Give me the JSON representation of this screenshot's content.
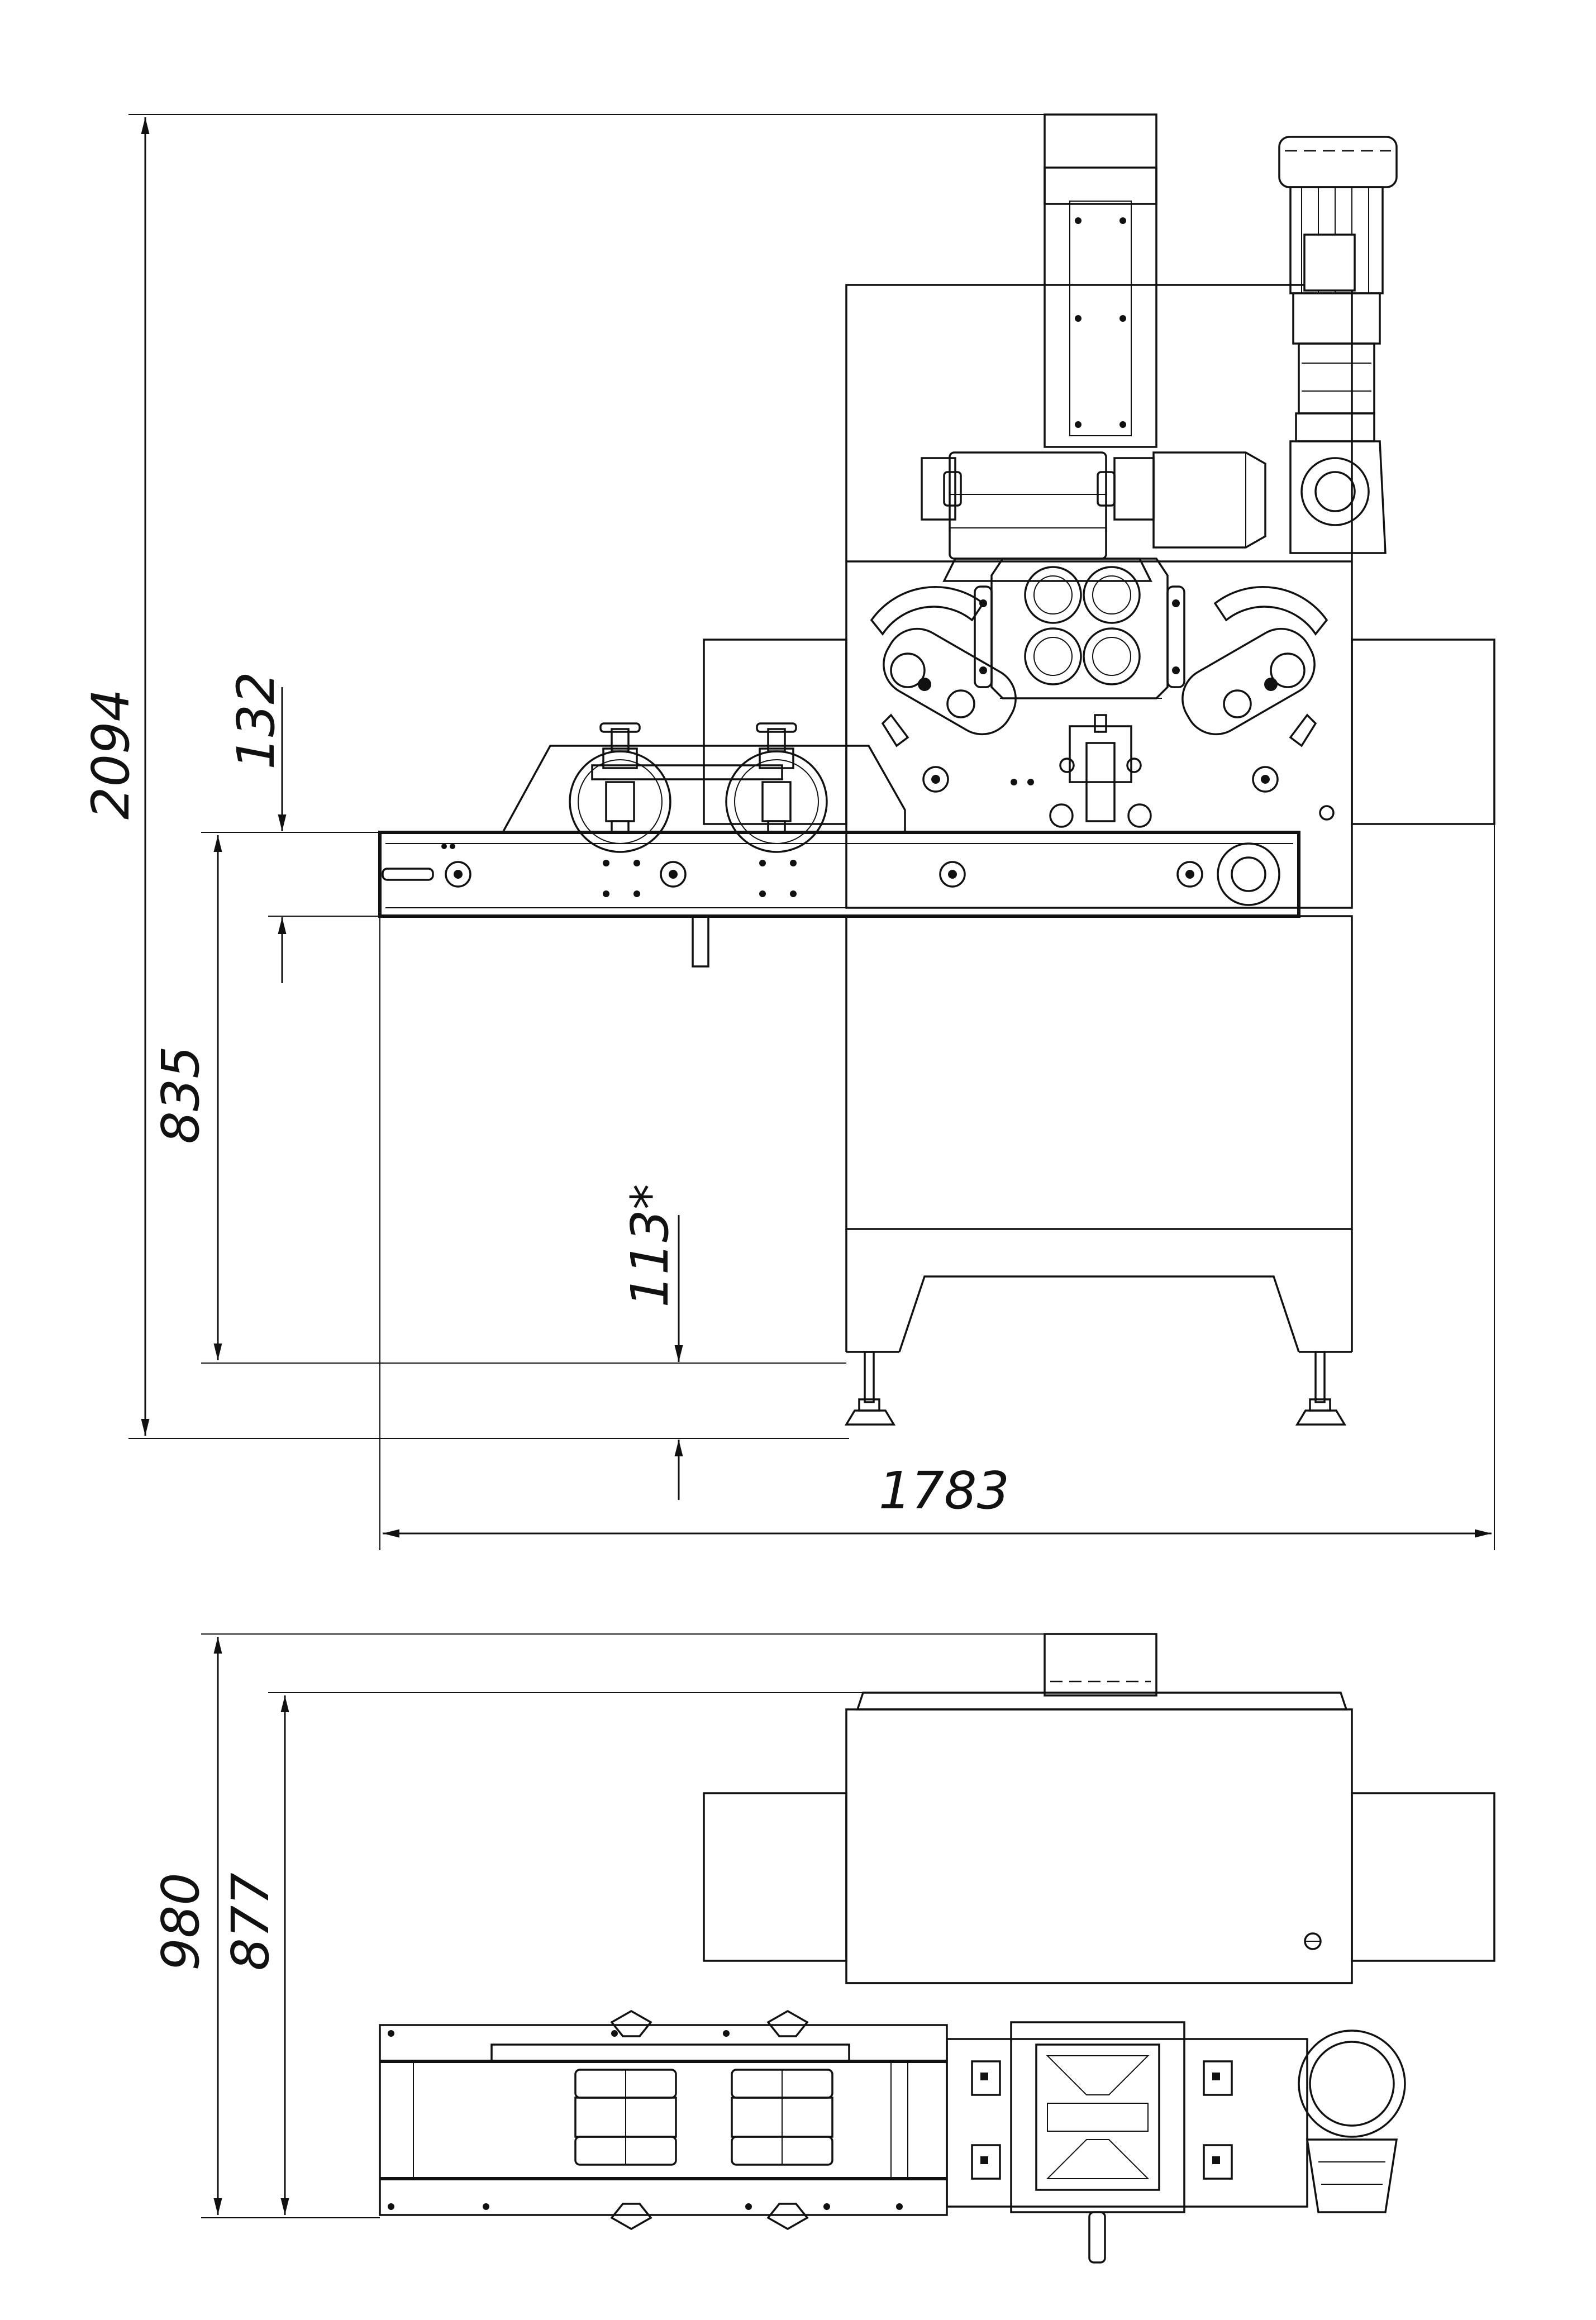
{
  "dimensions": {
    "total_height": "2094",
    "table_height": "835",
    "belt_thickness": "132",
    "foot_adjust": "113*",
    "total_width": "1783",
    "depth_total": "980",
    "depth_body": "877"
  },
  "colors": {
    "line": "#111111",
    "background": "#ffffff"
  }
}
